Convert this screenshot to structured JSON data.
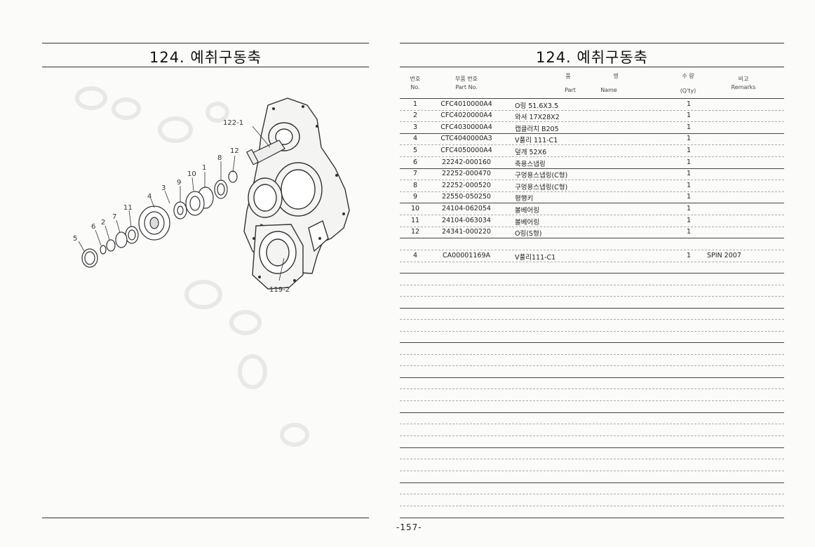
{
  "left_title": "124. 예취구동축",
  "right_title": "124. 예취구동축",
  "header": {
    "no_ko": "번호",
    "no_en": "No.",
    "partno_ko": "부품 번호",
    "partno_en": "Part  No.",
    "name_ko_1": "품",
    "name_ko_2": "명",
    "part_en": "Part",
    "name_en": "Name",
    "qty_ko": "수  량",
    "qty_en": "(Q'ty)",
    "remarks_ko": "비고",
    "remarks_en": "Remarks"
  },
  "rows": [
    {
      "no": "1",
      "part_no": "CFC4010000A4",
      "name": "O링 51.6X3.5",
      "qty": "1",
      "remarks": ""
    },
    {
      "no": "2",
      "part_no": "CFC4020000A4",
      "name": "와셔 17X28X2",
      "qty": "1",
      "remarks": ""
    },
    {
      "no": "3",
      "part_no": "CFC4030000A4",
      "name": "캡클러치 B205",
      "qty": "1",
      "remarks": ""
    },
    {
      "no": "4",
      "part_no": "CTC4040000A3",
      "name": "V풀리 111-C1",
      "qty": "1",
      "remarks": ""
    },
    {
      "no": "5",
      "part_no": "CFC4050000A4",
      "name": "덮개 52X6",
      "qty": "1",
      "remarks": ""
    },
    {
      "no": "6",
      "part_no": "22242-000160",
      "name": "축용스냅링",
      "qty": "1",
      "remarks": ""
    },
    {
      "no": "7",
      "part_no": "22252-000470",
      "name": "구멍용스냅링(C형)",
      "qty": "1",
      "remarks": ""
    },
    {
      "no": "8",
      "part_no": "22252-000520",
      "name": "구멍용스냅링(C형)",
      "qty": "1",
      "remarks": ""
    },
    {
      "no": "9",
      "part_no": "22550-050250",
      "name": "평행키",
      "qty": "1",
      "remarks": ""
    },
    {
      "no": "10",
      "part_no": "24104-062054",
      "name": "볼베어링",
      "qty": "1",
      "remarks": ""
    },
    {
      "no": "11",
      "part_no": "24104-063034",
      "name": "볼베어링",
      "qty": "1",
      "remarks": ""
    },
    {
      "no": "12",
      "part_no": "24341-000220",
      "name": "O링(S형)",
      "qty": "1",
      "remarks": ""
    },
    {
      "no": "",
      "part_no": "",
      "name": "",
      "qty": "",
      "remarks": ""
    },
    {
      "no": "4",
      "part_no": "CA00001169A",
      "name": "V풀리111-C1",
      "qty": "1",
      "remarks": "SPIN 2007"
    }
  ],
  "diagram_labels": {
    "l122_1": "122-1",
    "l119_2": "119-2",
    "l12": "12",
    "l8": "8",
    "l1": "1",
    "l10": "10",
    "l9": "9",
    "l3": "3",
    "l4": "4",
    "l11": "11",
    "l7": "7",
    "l2": "2",
    "l6": "6",
    "l5": "5"
  },
  "page_number": "-157-"
}
